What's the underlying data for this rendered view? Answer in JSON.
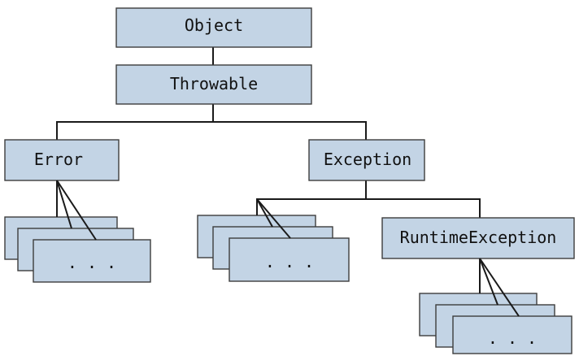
{
  "diagram": {
    "nodes": {
      "object": "Object",
      "throwable": "Throwable",
      "error": "Error",
      "exception": "Exception",
      "runtime_exception": "RuntimeException",
      "error_more": ". . .",
      "exception_more": ". . .",
      "runtime_more": ". . ."
    }
  }
}
